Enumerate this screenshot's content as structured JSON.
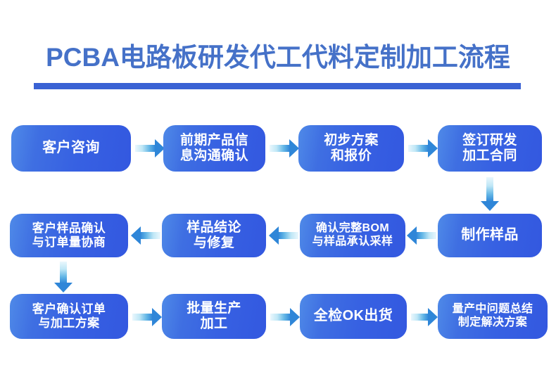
{
  "page": {
    "title": "PCBA电路板研发代工代料定制加工流程",
    "title_color": "#4571c8",
    "rule_color": "#3a62d4",
    "node_color": "#3761e2",
    "arrow_color": "#2f86d8",
    "background": "#ffffff"
  },
  "flow": {
    "type": "serpentine-process-flow",
    "rows": 3,
    "nodes": [
      {
        "id": "n1",
        "row": 1,
        "col": 1,
        "label": "客户咨询"
      },
      {
        "id": "n2",
        "row": 1,
        "col": 2,
        "label": "前期产品信\n息沟通确认"
      },
      {
        "id": "n3",
        "row": 1,
        "col": 3,
        "label": "初步方案\n和报价"
      },
      {
        "id": "n4",
        "row": 1,
        "col": 4,
        "label": "签订研发\n加工合同"
      },
      {
        "id": "n5",
        "row": 2,
        "col": 4,
        "label": "制作样品"
      },
      {
        "id": "n6",
        "row": 2,
        "col": 3,
        "label": "确认完整BOM\n与样品承认采样"
      },
      {
        "id": "n7",
        "row": 2,
        "col": 2,
        "label": "样品结论\n与修复"
      },
      {
        "id": "n8",
        "row": 2,
        "col": 1,
        "label": "客户样品确认\n与订单量协商"
      },
      {
        "id": "n9",
        "row": 3,
        "col": 1,
        "label": "客户确认订单\n与加工方案"
      },
      {
        "id": "n10",
        "row": 3,
        "col": 2,
        "label": "批量生产\n加工"
      },
      {
        "id": "n11",
        "row": 3,
        "col": 3,
        "label": "全检OK出货"
      },
      {
        "id": "n12",
        "row": 3,
        "col": 4,
        "label": "量产中问题总结\n制定解决方案"
      }
    ],
    "connectors": [
      {
        "id": "a1",
        "from": "n1",
        "to": "n2",
        "direction": "right"
      },
      {
        "id": "a2",
        "from": "n2",
        "to": "n3",
        "direction": "right"
      },
      {
        "id": "a3",
        "from": "n3",
        "to": "n4",
        "direction": "right"
      },
      {
        "id": "a4",
        "from": "n4",
        "to": "n5",
        "direction": "down"
      },
      {
        "id": "a5",
        "from": "n5",
        "to": "n6",
        "direction": "left"
      },
      {
        "id": "a6",
        "from": "n6",
        "to": "n7",
        "direction": "left"
      },
      {
        "id": "a7",
        "from": "n7",
        "to": "n8",
        "direction": "left"
      },
      {
        "id": "a8",
        "from": "n8",
        "to": "n9",
        "direction": "down"
      },
      {
        "id": "a9",
        "from": "n9",
        "to": "n10",
        "direction": "right"
      },
      {
        "id": "a10",
        "from": "n10",
        "to": "n11",
        "direction": "right"
      },
      {
        "id": "a11",
        "from": "n11",
        "to": "n12",
        "direction": "right"
      }
    ]
  }
}
